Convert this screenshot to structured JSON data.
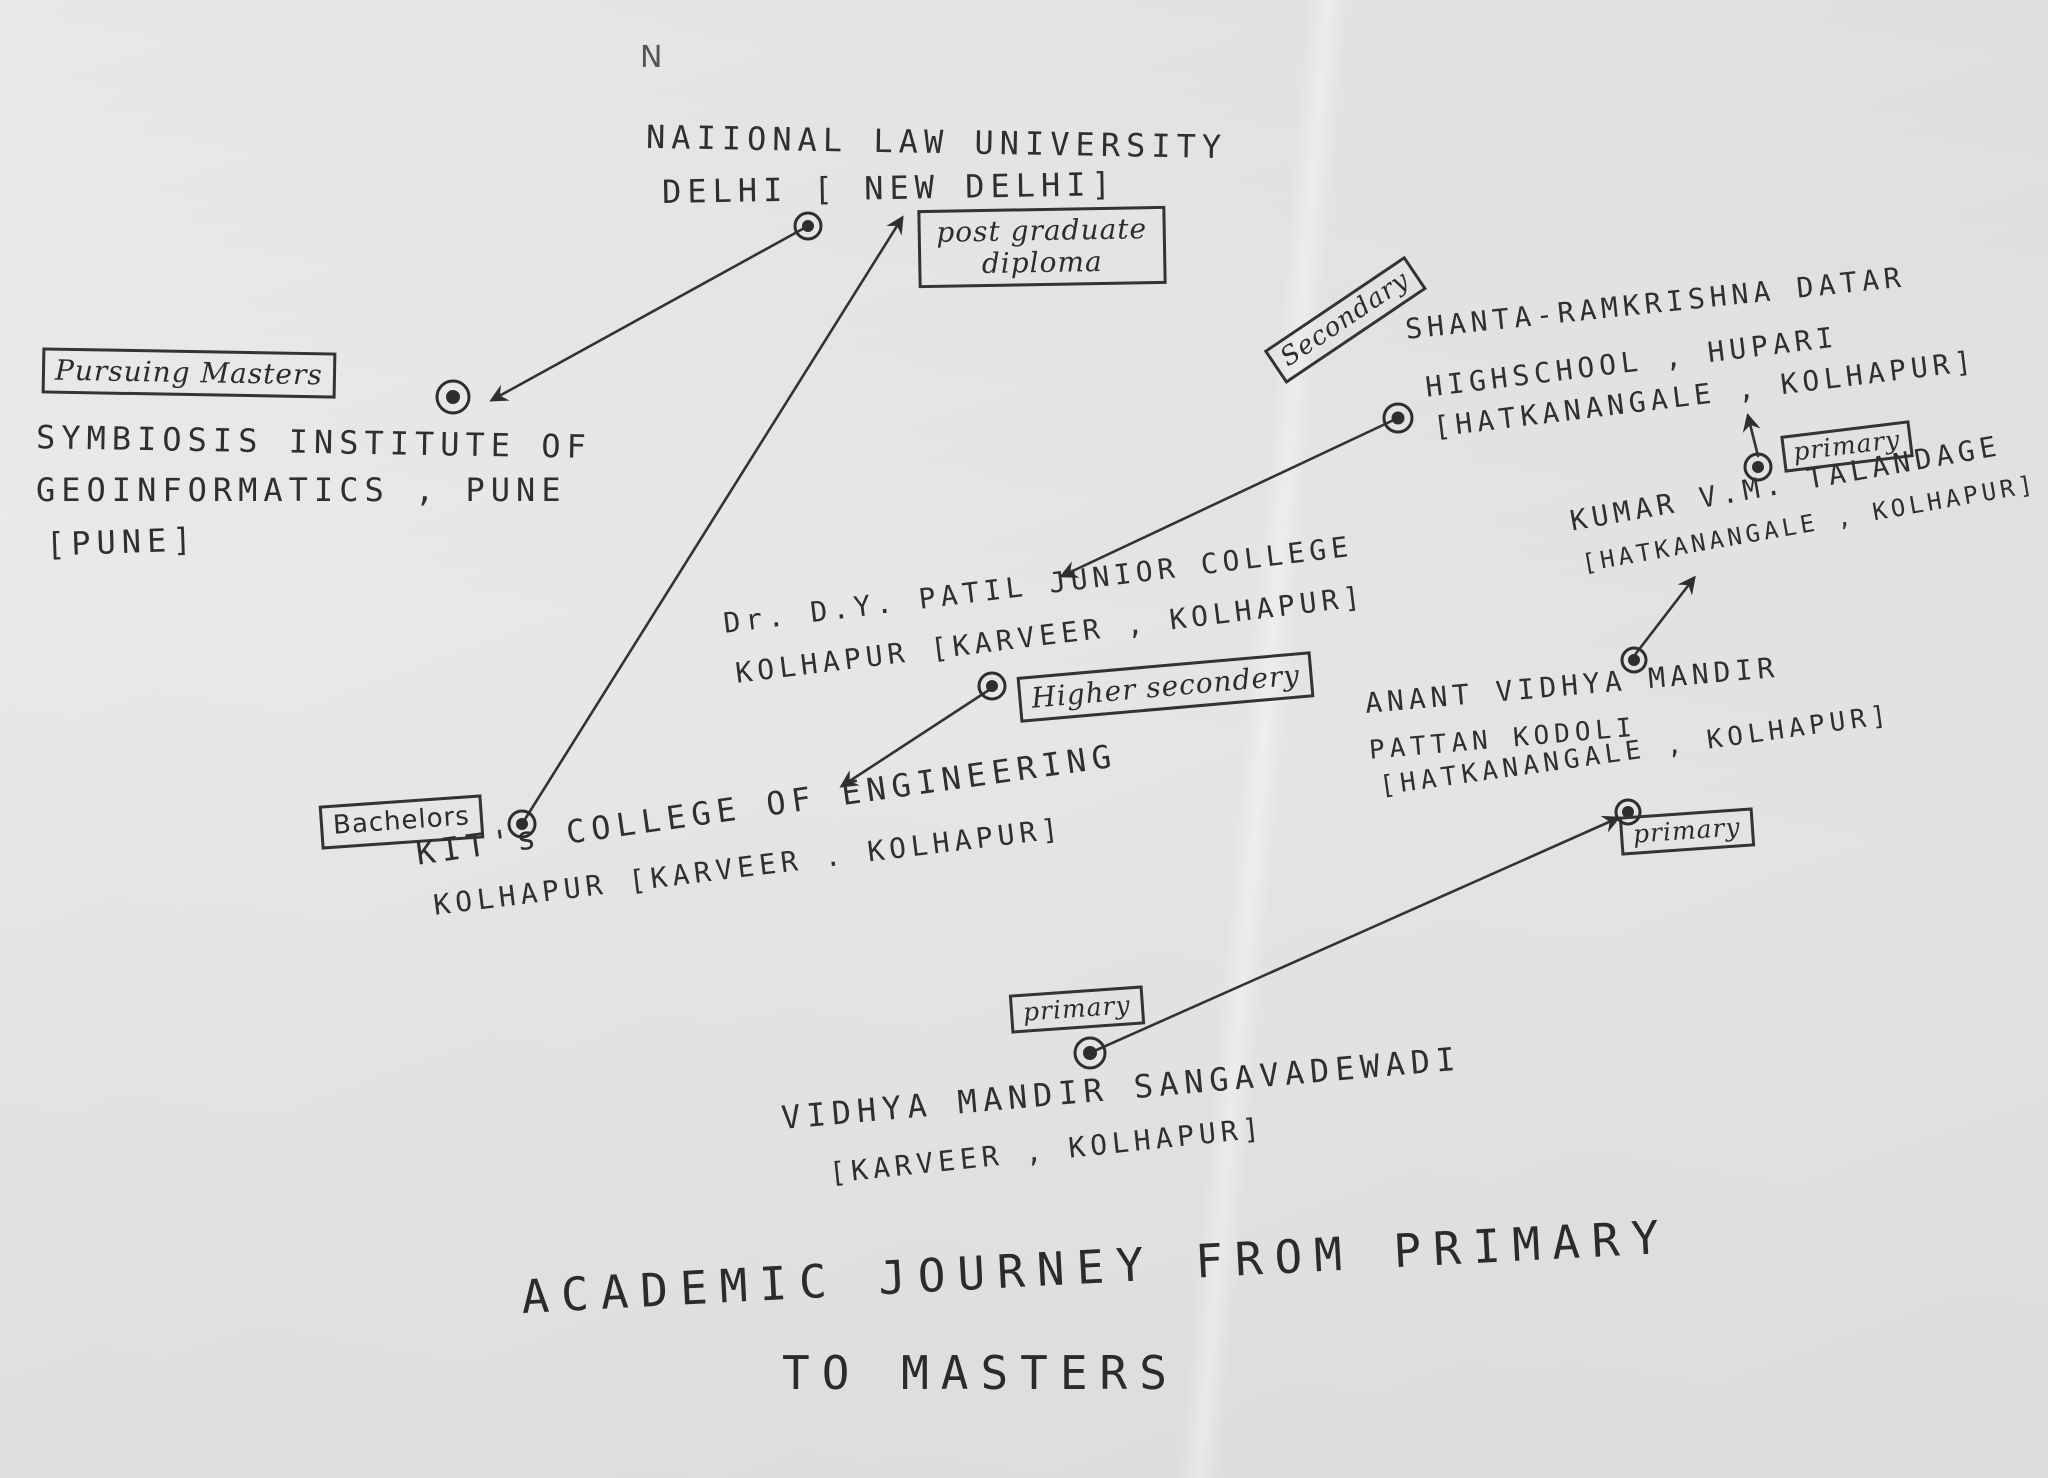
{
  "compass": "N",
  "title_line1": "ACADEMIC JOURNEY FROM PRIMARY",
  "title_line2": "TO MASTERS",
  "places": {
    "nlu": {
      "line1": "NAIIONAL LAW UNIVERSITY",
      "line2": "DELHI [ NEW DELHI]",
      "tag": "post graduate diploma"
    },
    "symbiosis": {
      "tag": "Pursuing Masters",
      "line1": "SYMBIOSIS INSTITUTE OF",
      "line2": "GEOINFORMATICS , PUNE",
      "line3": "[PUNE]"
    },
    "datar": {
      "tag": "Secondary",
      "line1": "SHANTA-RAMKRISHNA DATAR",
      "line2": "HIGHSCHOOL , HUPARI",
      "line3": "[HATKANANGALE , KOLHAPUR]"
    },
    "talandage": {
      "tag": "primary",
      "line1": "KUMAR V.M. TALANDAGE",
      "line2": "[HATKANANGALE , KOLHAPUR]"
    },
    "dypatil": {
      "line1": "Dr. D.Y. PATIL JUNIOR COLLEGE",
      "line2": "KOLHAPUR [KARVEER , KOLHAPUR]",
      "tag": "Higher secondery"
    },
    "anant": {
      "line1": "ANANT VIDHYA MANDIR",
      "line2": "PATTAN KODOLI",
      "line3": "[HATKANANGALE , KOLHAPUR]",
      "tag": "primary"
    },
    "kit": {
      "tag": "Bachelors",
      "line1": "KIT's COLLEGE OF ENGINEERING",
      "line2": "KOLHAPUR [KARVEER . KOLHAPUR]"
    },
    "sangavadewadi": {
      "tag": "primary",
      "line1": "VIDHYA MANDIR SANGAVADEWADI",
      "line2": "[KARVEER , KOLHAPUR]"
    }
  },
  "colors": {
    "ink": "#2f2f2f",
    "paper": "#e8e8e6"
  }
}
